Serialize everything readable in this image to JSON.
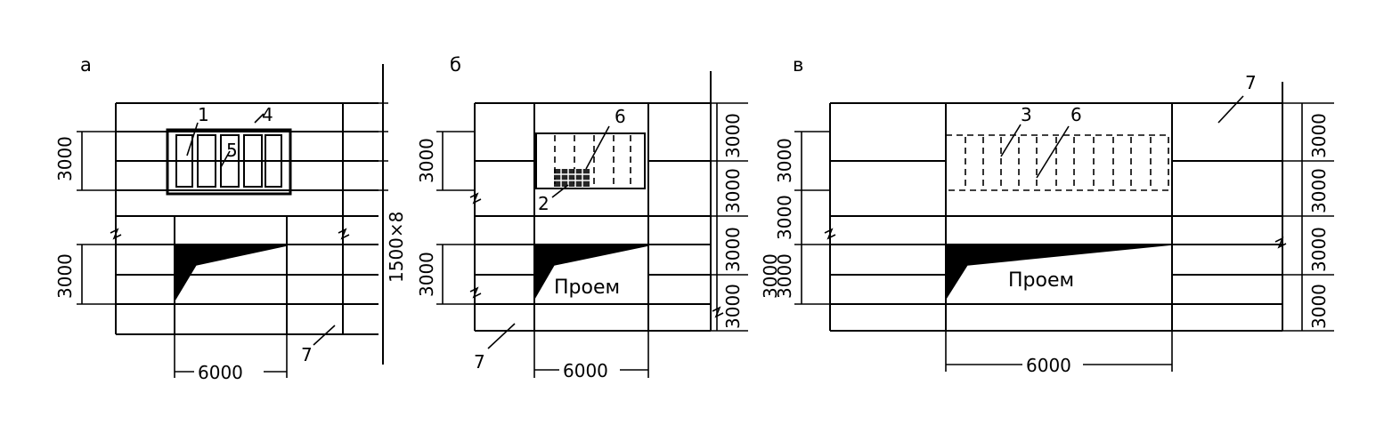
{
  "panels": [
    {
      "id": "a",
      "letter": "а",
      "dim_top": "3000",
      "dim_bottom": "3000",
      "dim_side": "1500×8",
      "dim_width": "6000",
      "callouts": [
        "1",
        "4",
        "5",
        "7"
      ]
    },
    {
      "id": "b",
      "letter": "б",
      "dim_top": "3000",
      "dim_bottom": "3000",
      "dim_width": "6000",
      "right_dims": [
        "3000",
        "3000",
        "3000",
        "3000"
      ],
      "opening_label": "Проем",
      "callouts": [
        "6",
        "2",
        "7"
      ]
    },
    {
      "id": "c",
      "letter": "в",
      "left_dims": [
        "3000",
        "3000",
        "3000",
        "3000"
      ],
      "right_dims": [
        "3000",
        "3000",
        "3000",
        "3000"
      ],
      "dim_width": "6000",
      "opening_label": "Проем",
      "callouts": [
        "3",
        "6",
        "7"
      ]
    }
  ]
}
